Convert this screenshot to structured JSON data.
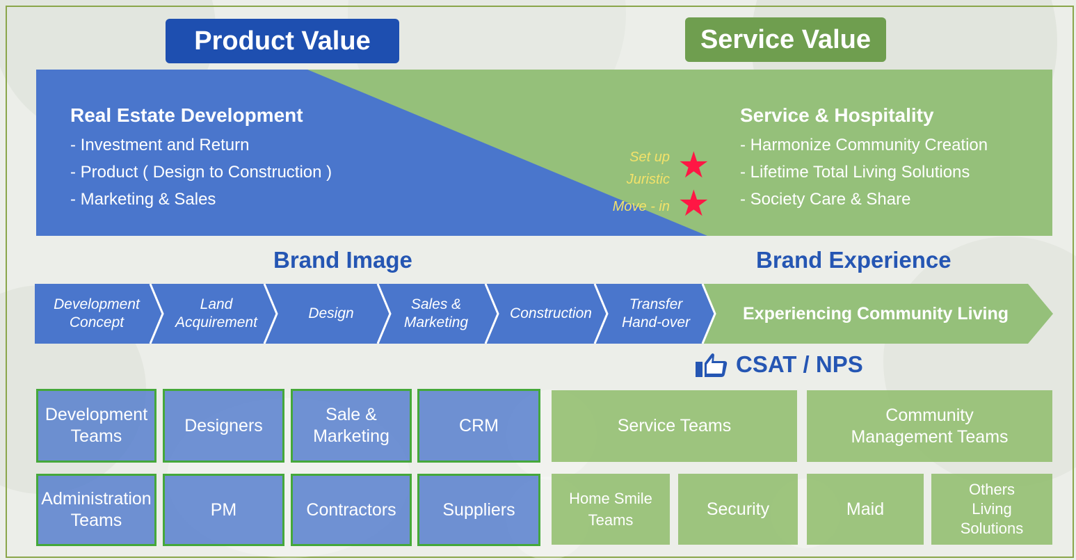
{
  "colors": {
    "blue": "#4a76cc",
    "dark_blue": "#1e4fb0",
    "green": "#95c07a",
    "dark_green": "#6f9e4f",
    "title_blue": "#2556b3",
    "star": "#ff1744",
    "tag_yellow": "#f3e26a"
  },
  "headers": {
    "product_value": "Product Value",
    "service_value": "Service Value"
  },
  "product": {
    "title": "Real Estate Development",
    "bullets": [
      "- Investment and Return",
      "- Product ( Design to Construction )",
      "- Marketing & Sales"
    ]
  },
  "service": {
    "title": "Service & Hospitality",
    "bullets": [
      "- Harmonize Community Creation",
      "- Lifetime Total Living Solutions",
      "- Society Care & Share"
    ]
  },
  "milestones": {
    "setup": "Set up",
    "juristic": "Juristic",
    "move_in": "Move - in",
    "star_icon": "star-icon"
  },
  "brand": {
    "image": "Brand Image",
    "experience": "Brand Experience"
  },
  "steps": [
    "Development Concept",
    "Land Acquirement",
    "Design",
    "Sales & Marketing",
    "Construction",
    "Transfer Hand-over",
    "Experiencing Community Living"
  ],
  "csat": {
    "label": "CSAT / NPS",
    "icon": "thumbs-up-icon"
  },
  "teams_blue_row1": [
    "Development Teams",
    "Designers",
    "Sale & Marketing",
    "CRM"
  ],
  "teams_blue_row2": [
    "Administration Teams",
    "PM",
    "Contractors",
    "Suppliers"
  ],
  "teams_green_row1": [
    "Service Teams",
    "Community Management Teams"
  ],
  "teams_green_row2": [
    "Home Smile Teams",
    "Security",
    "Maid",
    "Others Living Solutions"
  ]
}
